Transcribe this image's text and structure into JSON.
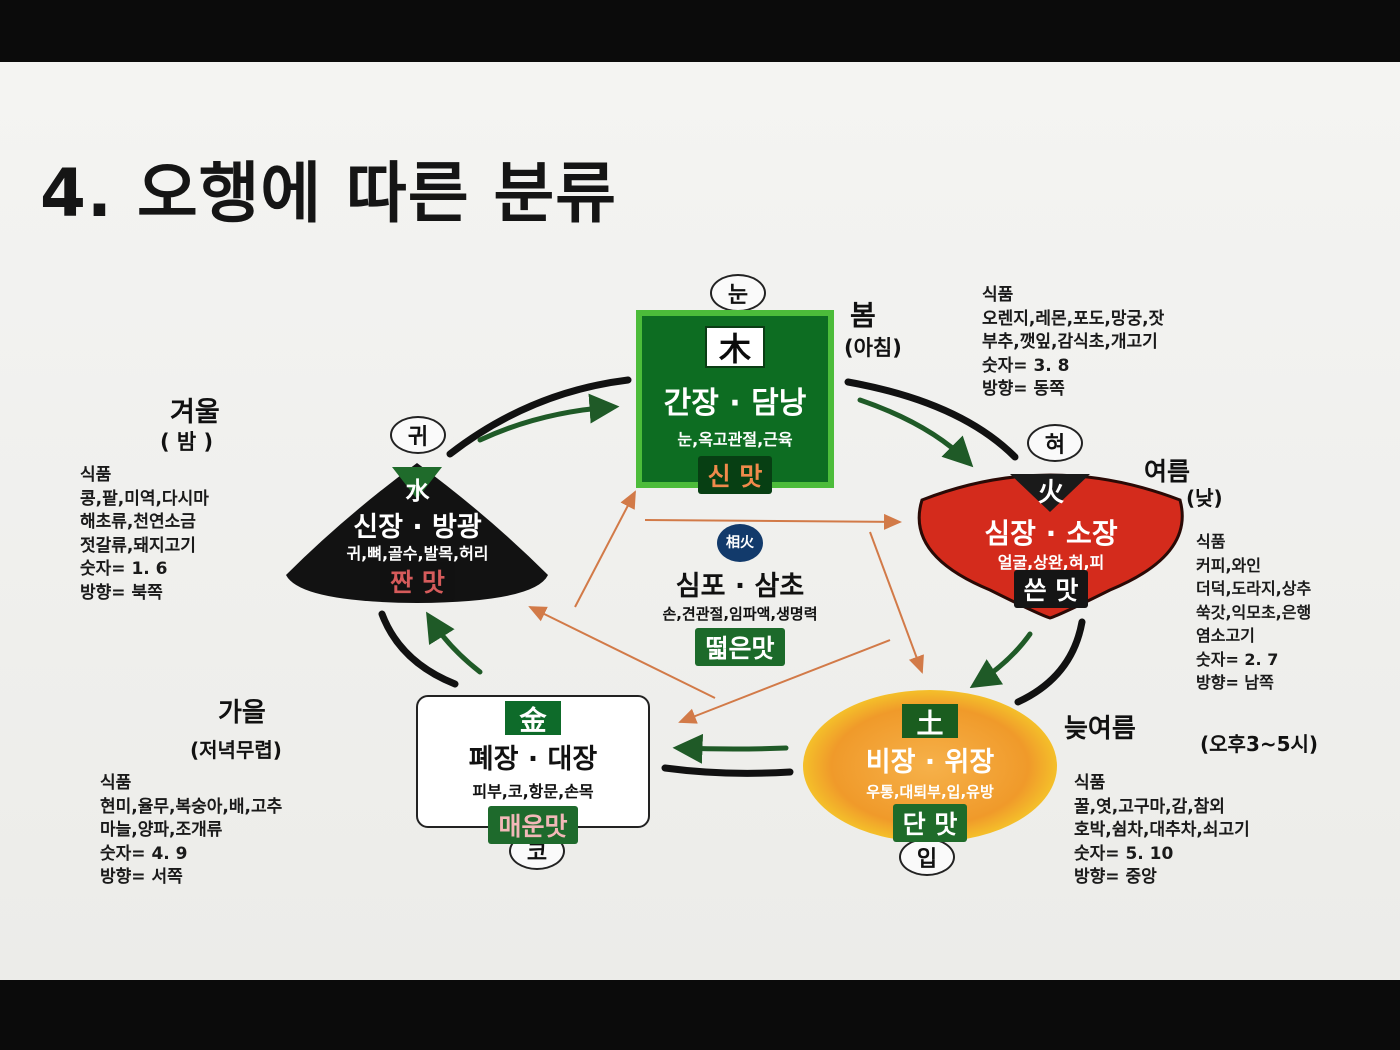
{
  "title": "4. 오행에 따른 분류",
  "sense_bubbles": {
    "eye": "눈",
    "ear": "귀",
    "tongue": "혀",
    "nose": "코",
    "mouth": "입"
  },
  "wood": {
    "char": "木",
    "organs": "간장 · 담낭",
    "parts": "눈,옥고관절,근육",
    "taste": "신 맛",
    "season": "봄",
    "time": "(아침)",
    "info_lines": [
      "식품",
      "오렌지,레몬,포도,망궁,잣",
      "부추,깻잎,감식초,개고기",
      "숫자= 3. 8",
      "방향= 동쪽"
    ]
  },
  "fire": {
    "char": "火",
    "organs": "심장 · 소장",
    "parts": "얼굴,상완,혀,피",
    "taste": "쓴 맛",
    "season": "여름",
    "time": "(낮)",
    "info_lines": [
      "식품",
      "커피,와인",
      "더덕,도라지,상추",
      "쑥갓,익모초,은행",
      "염소고기",
      "숫자= 2. 7",
      "방향= 남쪽"
    ]
  },
  "earth": {
    "char": "土",
    "organs": "비장 · 위장",
    "parts": "우통,대퇴부,입,유방",
    "taste": "단 맛",
    "season": "늦여름",
    "time": "(오후3~5시)",
    "info_lines": [
      "식품",
      "꿀,엿,고구마,감,참외",
      "호박,쉼차,대추차,쇠고기",
      "숫자= 5. 10",
      "방향= 중앙"
    ]
  },
  "metal": {
    "char": "金",
    "organs": "폐장 · 대장",
    "parts": "피부,코,항문,손목",
    "taste": "매운맛",
    "season": "가을",
    "time": "(저녁무렵)",
    "info_lines": [
      "식품",
      "현미,율무,복숭아,배,고추",
      "마늘,양파,조개류",
      "숫자= 4. 9",
      "방향= 서쪽"
    ]
  },
  "water": {
    "char": "水",
    "organs": "신장 · 방광",
    "parts": "귀,뼈,골수,발목,허리",
    "taste": "짠 맛",
    "season": "겨울",
    "time": "( 밤 )",
    "info_lines": [
      "식품",
      "콩,팥,미역,다시마",
      "해초류,천연소금",
      "젓갈류,돼지고기",
      "숫자= 1. 6",
      "방향= 북쪽"
    ]
  },
  "center": {
    "badge": "相火",
    "organs": "심포 · 삼초",
    "parts": "손,견관절,임파액,생명력",
    "taste": "떫은맛"
  },
  "colors": {
    "wood": "#0d6d22",
    "fire": "#d42b1c",
    "earth": "#f09a2a",
    "metal": "#0e6b2a",
    "water": "#121212",
    "generating_arrow": "#1f5a27",
    "controlling_arrow": "#d27a48"
  }
}
